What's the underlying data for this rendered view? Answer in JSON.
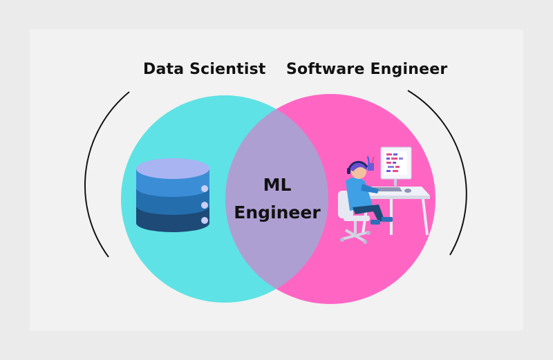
{
  "diagram": {
    "left_set": {
      "label": "Data Scientist",
      "color": "#5ee2e5",
      "icon": "database-icon"
    },
    "right_set": {
      "label": "Software Engineer",
      "color": "#ff66c4",
      "icon": "developer-at-desk-icon"
    },
    "intersection": {
      "label_line1": "ML",
      "label_line2": "Engineer",
      "color": "#ae9fd3"
    }
  }
}
